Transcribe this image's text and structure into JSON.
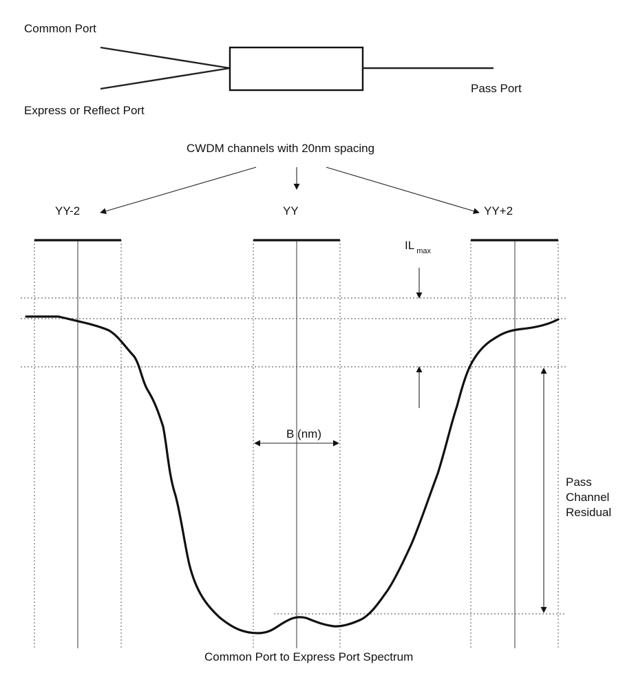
{
  "labels": {
    "common_port": "Common Port",
    "express_reflect_port": "Express or Reflect Port",
    "pass_port": "Pass Port",
    "channels_caption": "CWDM channels with 20nm spacing",
    "channel_left": "YY-2",
    "channel_center": "YY",
    "channel_right": "YY+2",
    "il_main": "IL",
    "il_sub": "max",
    "bandwidth": "B (nm)",
    "residual_line1": "Pass",
    "residual_line2": "Channel",
    "residual_line3": "Residual",
    "spectrum_caption": "Common Port to Express Port Spectrum"
  },
  "colors": {
    "line": "#111111",
    "guide": "#444444",
    "background": "#ffffff"
  }
}
